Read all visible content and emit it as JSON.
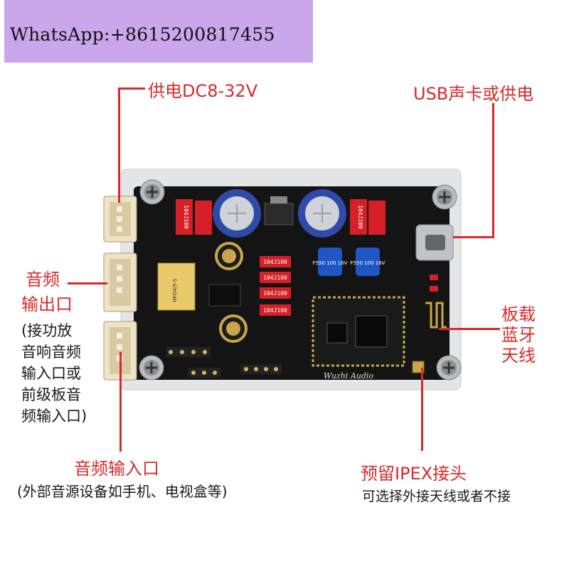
{
  "banner": {
    "text": "WhatsApp:+8615200817455",
    "bg": "#c9a7ea"
  },
  "colors": {
    "annotation_red": "#d82a2a",
    "pcb_black": "#141414",
    "acrylic": "#d8dadc",
    "resistor_red": "#d61f26"
  },
  "labels": {
    "power": "供电DC8-32V",
    "usb": "USB声卡或供电",
    "audio_out_1": "音频",
    "audio_out_2": "输出口",
    "audio_out_note_1": "(接功放",
    "audio_out_note_2": "音响音频",
    "audio_out_note_3": "输入口或",
    "audio_out_note_4": "前级板音",
    "audio_out_note_5": "频输入口)",
    "antenna_1": "板载",
    "antenna_2": "蓝牙",
    "antenna_3": "天线",
    "audio_in": "音频输入口",
    "audio_in_note": "(外部音源设备如手机、电视盒等)",
    "ipex": "预留IPEX接头",
    "ipex_note": "可选择外接天线或者不接"
  },
  "board": {
    "capacitor_left": "104J100",
    "capacitor_right": "104J100",
    "cap_stack": [
      "104J100",
      "104J100",
      "104J100",
      "104J100"
    ],
    "relay_text": "HFD4/5-S",
    "elco_small_1": "F550 100 16V",
    "elco_small_2": "F550 100 16V",
    "brand_script": "Wuzhi Audio"
  }
}
